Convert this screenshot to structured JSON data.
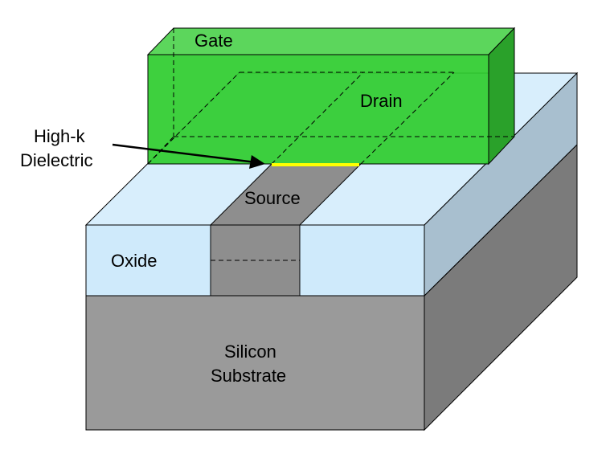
{
  "labels": {
    "gate": "Gate",
    "drain": "Drain",
    "source": "Source",
    "dielectric_line1": "High-k",
    "dielectric_line2": "Dielectric",
    "oxide": "Oxide",
    "substrate_line1": "Silicon",
    "substrate_line2": "Substrate"
  },
  "colors": {
    "substrate_front": "#9a9a9a",
    "substrate_side": "#7b7b7b",
    "oxide_front": "#cfeafb",
    "oxide_top": "#d8eefc",
    "oxide_side": "#a8bfcf",
    "channel": "#8e8e8e",
    "gate_front": "#2fcc2f",
    "gate_top": "#5cd65c",
    "gate_side": "#2aa12a",
    "high_k": "#ffff00",
    "outline": "#000000"
  }
}
